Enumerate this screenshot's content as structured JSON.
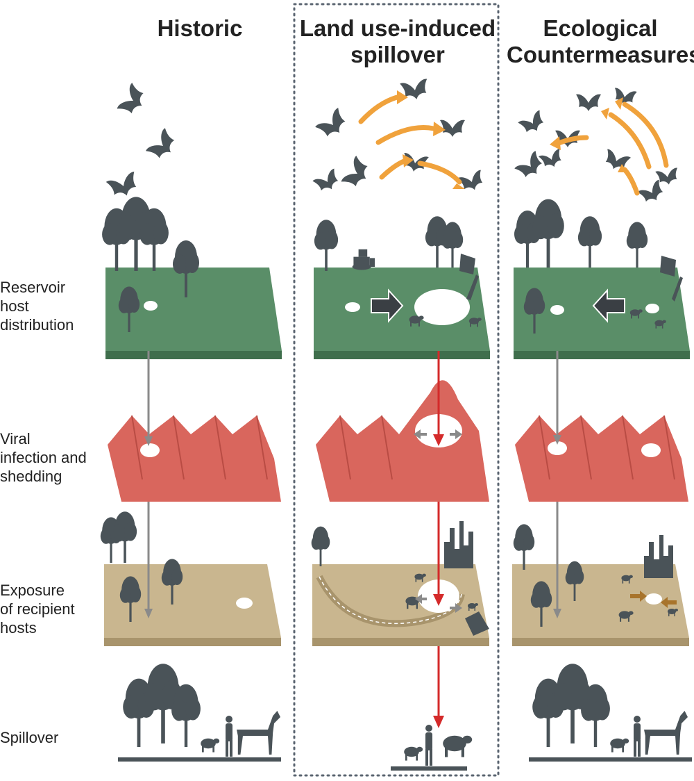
{
  "columns": [
    {
      "title_line1": "Historic",
      "title_line2": ""
    },
    {
      "title_line1": "Land use-induced",
      "title_line2": "spillover"
    },
    {
      "title_line1": "Ecological",
      "title_line2": "Countermeasures"
    }
  ],
  "rows": [
    {
      "lines": [
        "Reservoir",
        "host",
        "distribution"
      ]
    },
    {
      "lines": [
        "Viral",
        "infection and",
        "shedding"
      ]
    },
    {
      "lines": [
        "Exposure",
        "of recipient",
        "hosts"
      ]
    },
    {
      "lines": [
        "Spillover"
      ]
    }
  ],
  "colors": {
    "silhouette": "#4a5358",
    "reservoir_layer": "#5a8e68",
    "reservoir_side": "#3f6e4c",
    "viral_layer": "#d9665d",
    "viral_side": "#b94c44",
    "exposure_layer": "#c9b68f",
    "exposure_side": "#a8946c",
    "bat_movement_arrow": "#f0a23c",
    "spillover_arrow": "#d42a2a",
    "baseline_arrow": "#8a8a8a",
    "panel_border": "#5a6470"
  },
  "icons": [
    "bat-icon",
    "tree-icon",
    "bulldozer-icon",
    "human-icon",
    "horse-icon",
    "cow-icon",
    "pig-icon",
    "city-skyline-icon"
  ]
}
